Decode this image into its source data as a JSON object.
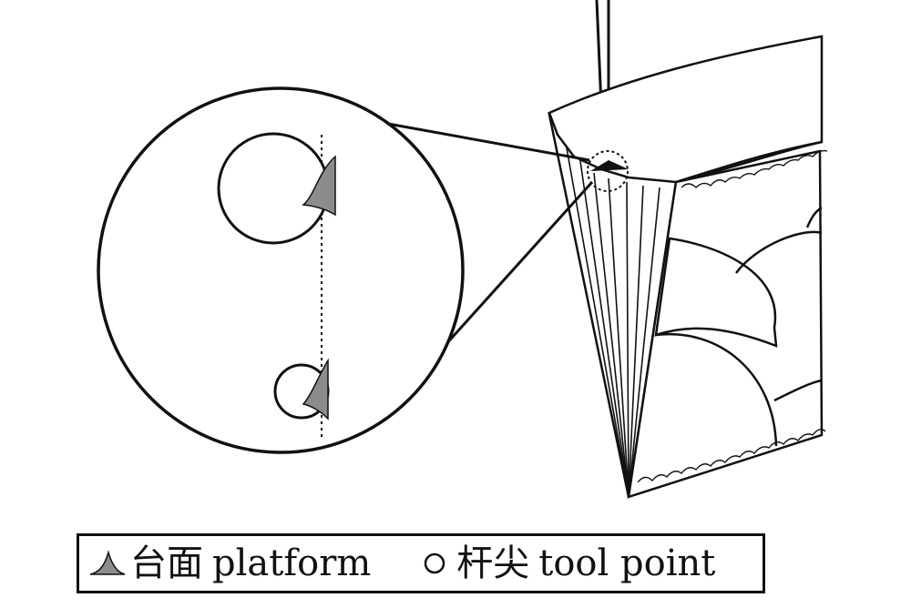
{
  "legend": {
    "platform": {
      "icon": "triangle-platform-icon",
      "label_cn": "台面",
      "label_en": "platform",
      "color": "#8c8c8c"
    },
    "tool_point": {
      "icon": "circle-tool-point-icon",
      "label_cn": "杆尖",
      "label_en": "tool point"
    }
  },
  "colors": {
    "line": "#111111",
    "platform_fill": "#8c8c8c",
    "background": "#ffffff"
  }
}
